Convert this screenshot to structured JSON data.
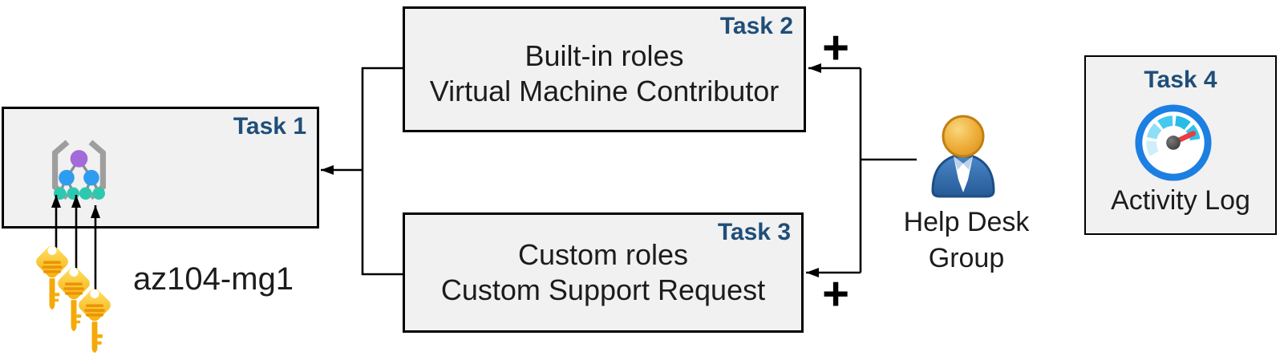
{
  "diagram_title": "Azure RBAC lab tasks diagram",
  "colors": {
    "badge_text": "#1f4e79",
    "box_fill": "#f1f1f1",
    "box_border": "#000000",
    "connector": "#000000",
    "key_gold": "#f6ae06",
    "key_stripe": "#ec9306",
    "mg_purple": "#a36bd9",
    "mg_blue": "#2e9cf0",
    "mg_teal": "#2cc9b0",
    "user_head_orange": "#e8a83a",
    "user_body_blue": "#2e6db4",
    "gauge_ring_blue": "#1c7fe2",
    "gauge_needle_red": "#e83e44"
  },
  "task1": {
    "badge": "Task 1",
    "label": "az104-mg1",
    "icon": "management-group-icon"
  },
  "task2": {
    "badge": "Task 2",
    "line1": "Built-in roles",
    "line2": "Virtual Machine Contributor"
  },
  "task3": {
    "badge": "Task 3",
    "line1": "Custom roles",
    "line2": "Custom Support Request"
  },
  "task4": {
    "badge": "Task 4",
    "label": "Activity Log",
    "icon": "activity-log-gauge-icon"
  },
  "actor": {
    "line1": "Help Desk",
    "line2": "Group",
    "icon": "user-icon"
  },
  "connectors": {
    "plus_top": "+",
    "plus_bottom": "+"
  },
  "keys": {
    "icon": "key-icon",
    "count": 3
  }
}
